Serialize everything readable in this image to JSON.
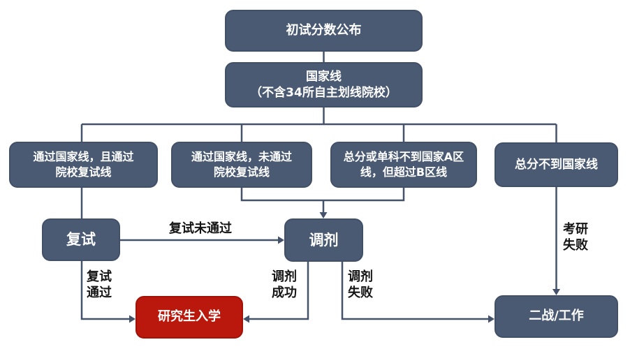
{
  "diagram": {
    "background": "#ffffff",
    "colors": {
      "node_fill": "#4a5a73",
      "node_border": "#415067",
      "node_text": "#ffffff",
      "highlight_fill": "#bb180d",
      "highlight_border": "#a01309",
      "connector": "#44526a",
      "edge_label_text": "#141414"
    },
    "nodes": {
      "initial_scores": "初试分数公布",
      "national_line": [
        "国家线",
        "（不含34所自主划线院校）"
      ],
      "pass_both": [
        "通过国家线，且通过",
        "院校复试线"
      ],
      "pass_national_fail_school": [
        "通过国家线，未通过",
        "院校复试线"
      ],
      "below_a_above_b": [
        "总分或单科不到国家A区",
        "线，但超过B区线"
      ],
      "below_national": "总分不到国家线",
      "reexam": "复试",
      "adjustment": "调剂",
      "enrollment": "研究生入学",
      "second_attempt": "二战/工作"
    },
    "edge_labels": {
      "reexam_fail": "复试未通过",
      "reexam_pass": [
        "复试",
        "通过"
      ],
      "adjustment_success": [
        "调剂",
        "成功"
      ],
      "adjustment_fail": [
        "调剂",
        "失败"
      ],
      "kaoyan_fail": [
        "考研",
        "失败"
      ]
    }
  }
}
